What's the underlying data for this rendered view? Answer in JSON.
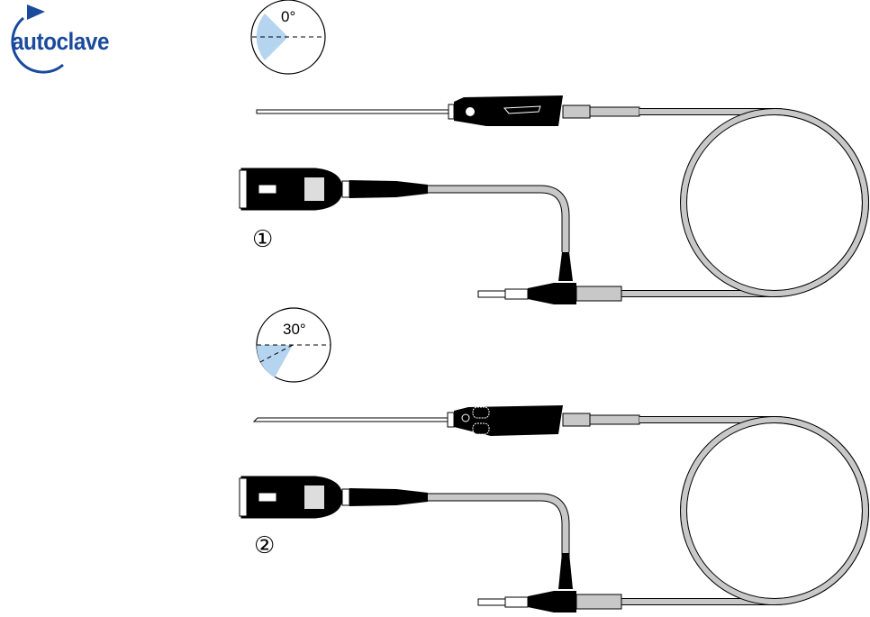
{
  "logo": {
    "text": "autoclave",
    "color": "#1a4a9c"
  },
  "colors": {
    "field_of_view": "#b4d4ef",
    "cable": "#c8c8c8",
    "body": "#000000"
  },
  "instruments": [
    {
      "index_label": "①",
      "angle_label": "0°"
    },
    {
      "index_label": "②",
      "angle_label": "30°"
    }
  ]
}
